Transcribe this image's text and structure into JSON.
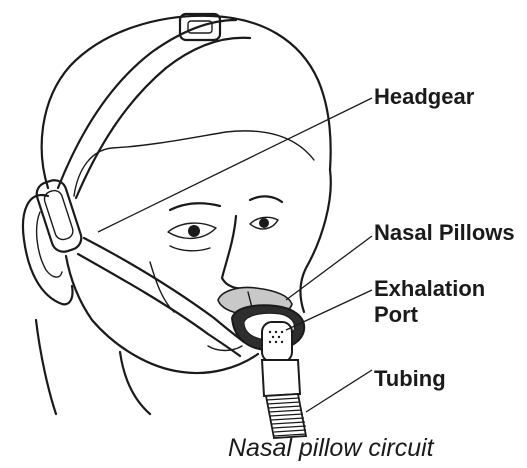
{
  "labels": {
    "headgear": "Headgear",
    "nasal_pillows": "Nasal Pillows",
    "exhalation_port_line1": "Exhalation",
    "exhalation_port_line2": "Port",
    "tubing": "Tubing"
  },
  "caption": "Nasal pillow circuit",
  "colors": {
    "line": "#1a1a1a",
    "cushion_fill": "#c8c8c8",
    "frame_fill": "#2e2e2e",
    "background": "#ffffff"
  }
}
